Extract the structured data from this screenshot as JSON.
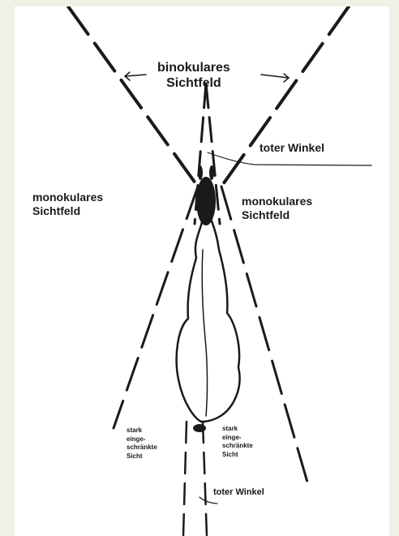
{
  "labels": {
    "binocular": "binokulares\nSichtfeld",
    "blind_top": "toter Winkel",
    "mono_left": "monokulares\nSichtfeld",
    "mono_right": "monokulares\nSichtfeld",
    "restricted_left": "stark\neinge-\nschränkte\nSicht",
    "restricted_right": "stark\neinge-\nschränkte\nSicht",
    "blind_bottom": "toter Winkel"
  },
  "colors": {
    "background": "#eef1e6",
    "paper": "#ffffff",
    "ink": "#1a1a1a"
  }
}
